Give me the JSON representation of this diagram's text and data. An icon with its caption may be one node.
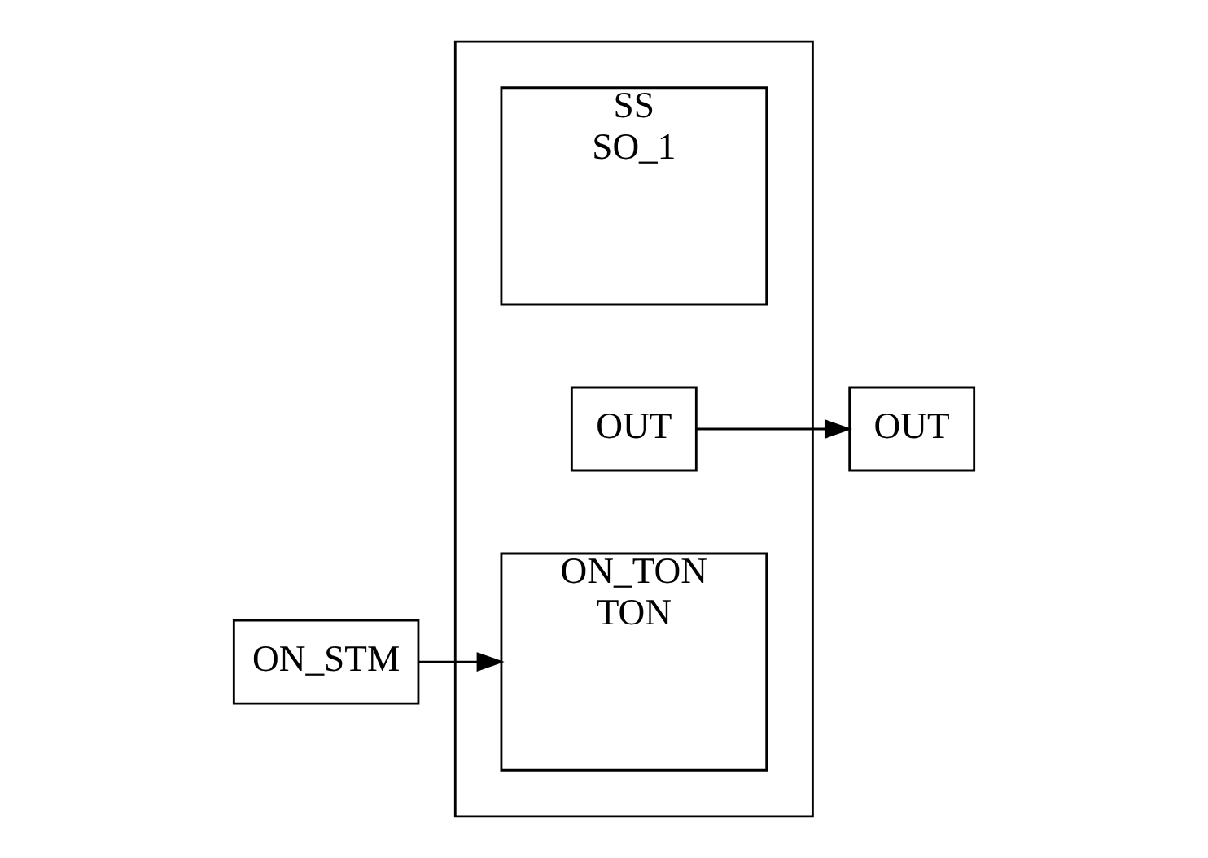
{
  "diagram": {
    "nodes": [
      {
        "text": [],
        "shape": "box"
      },
      {
        "text": [
          "SS",
          "SO_1"
        ],
        "in": 0
      },
      {
        "text": [
          "OUT"
        ],
        "in": 0
      },
      {
        "text": [
          "ON_TON",
          "TON"
        ],
        "in": 0
      },
      {
        "text": [
          "OUT"
        ]
      },
      {
        "text": [
          "ON_STM"
        ]
      }
    ],
    "edges": [
      {
        "from": 2,
        "to": 4,
        "arrow": "to"
      },
      {
        "from": 5,
        "to": 3,
        "arrow": "to"
      }
    ]
  }
}
